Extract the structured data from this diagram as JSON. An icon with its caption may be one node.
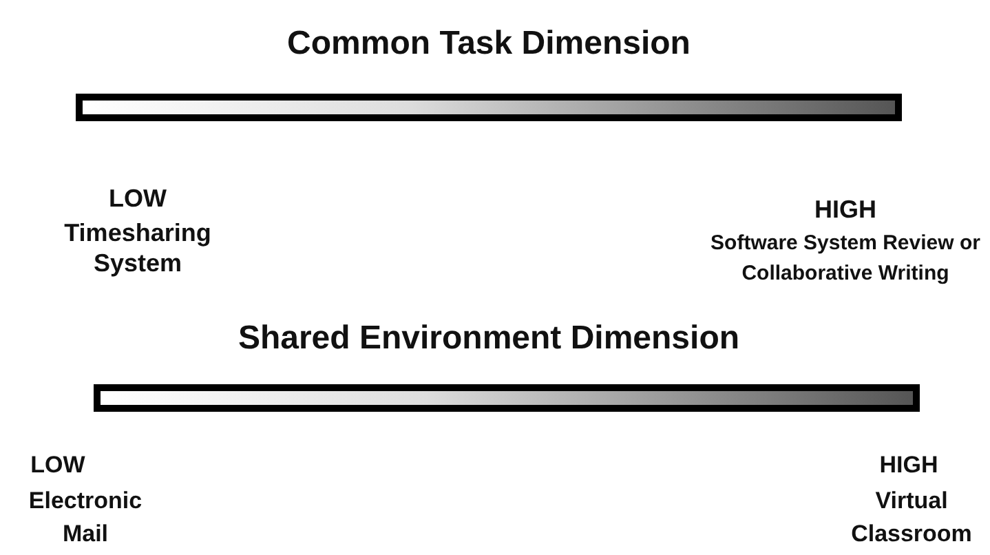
{
  "diagram": {
    "nodes": [
      {
        "text": [],
        "shape": "bar"
      },
      {
        "text": [],
        "shape": "bar"
      }
    ],
    "labels": [
      "Common Task Dimension",
      "LOW",
      "Timesharing System",
      "HIGH",
      "Software System Review or Collaborative Writing",
      "Shared Environment Dimension",
      "LOW",
      "Electronic Mail",
      "HIGH",
      "Virtual Classroom"
    ]
  }
}
